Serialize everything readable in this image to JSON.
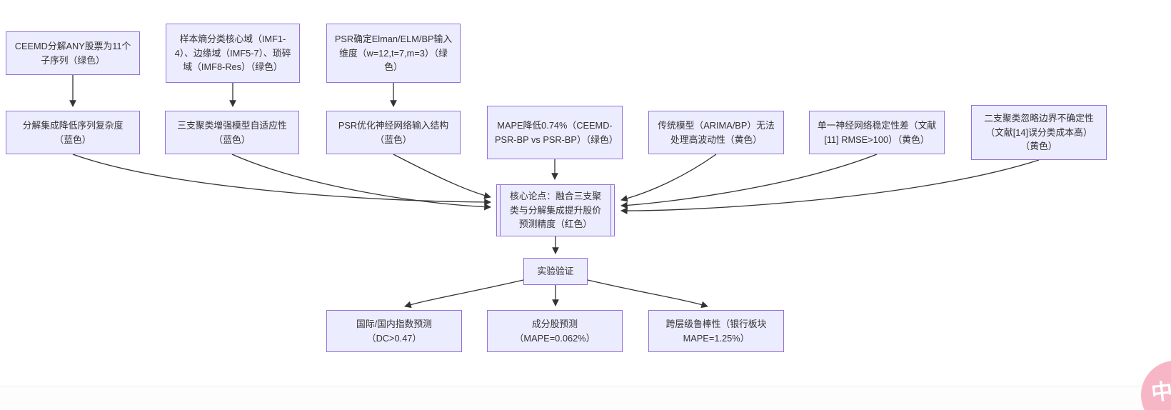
{
  "diagram": {
    "nodes": {
      "ceemd_decompose": {
        "label": "CEEMD分解ANY股票为11个子序列（绿色）"
      },
      "sample_entropy": {
        "label": "样本熵分类核心域（IMF1-4）、边缘域（IMF5-7）、琐碎域（IMF8-Res）（绿色）"
      },
      "psr_dimension": {
        "label": "PSR确定Elman/ELM/BP输入维度（w=12,t=7,m=3）（绿色）"
      },
      "decomposition_complexity": {
        "label": "分解集成降低序列复杂度（蓝色）"
      },
      "three_way_adaptivity": {
        "label": "三支聚类增强模型自适应性（蓝色）"
      },
      "psr_structure": {
        "label": "PSR优化神经网络输入结构（蓝色）"
      },
      "mape_reduction": {
        "label": "MAPE降低0.74%（CEEMD-PSR-BP vs PSR-BP）（绿色）"
      },
      "traditional_models": {
        "label": "传统模型（ARIMA/BP）无法处理高波动性（黄色）"
      },
      "single_nn_stability": {
        "label": "单一神经网络稳定性差（文献[11] RMSE>100）（黄色）"
      },
      "two_way_clustering": {
        "label": "二支聚类忽略边界不确定性（文献[14]误分类成本高）（黄色）"
      },
      "core_thesis": {
        "label": "核心论点：融合三支聚类与分解集成提升股价预测精度（红色）"
      },
      "experiment_validation": {
        "label": "实验验证"
      },
      "index_prediction": {
        "label": "国际/国内指数预测（DC>0.47）"
      },
      "constituent_prediction": {
        "label": "成分股预测（MAPE=0.062%）"
      },
      "robustness": {
        "label": "跨层级鲁棒性（银行板块 MAPE=1.25%）"
      }
    },
    "colors": {
      "node_fill": "#ECECFF",
      "node_border": "#9370DB",
      "text": "#333333",
      "edge": "#333333",
      "badge_pink": "#F7B6C6"
    }
  },
  "badge": {
    "label": "中A"
  }
}
